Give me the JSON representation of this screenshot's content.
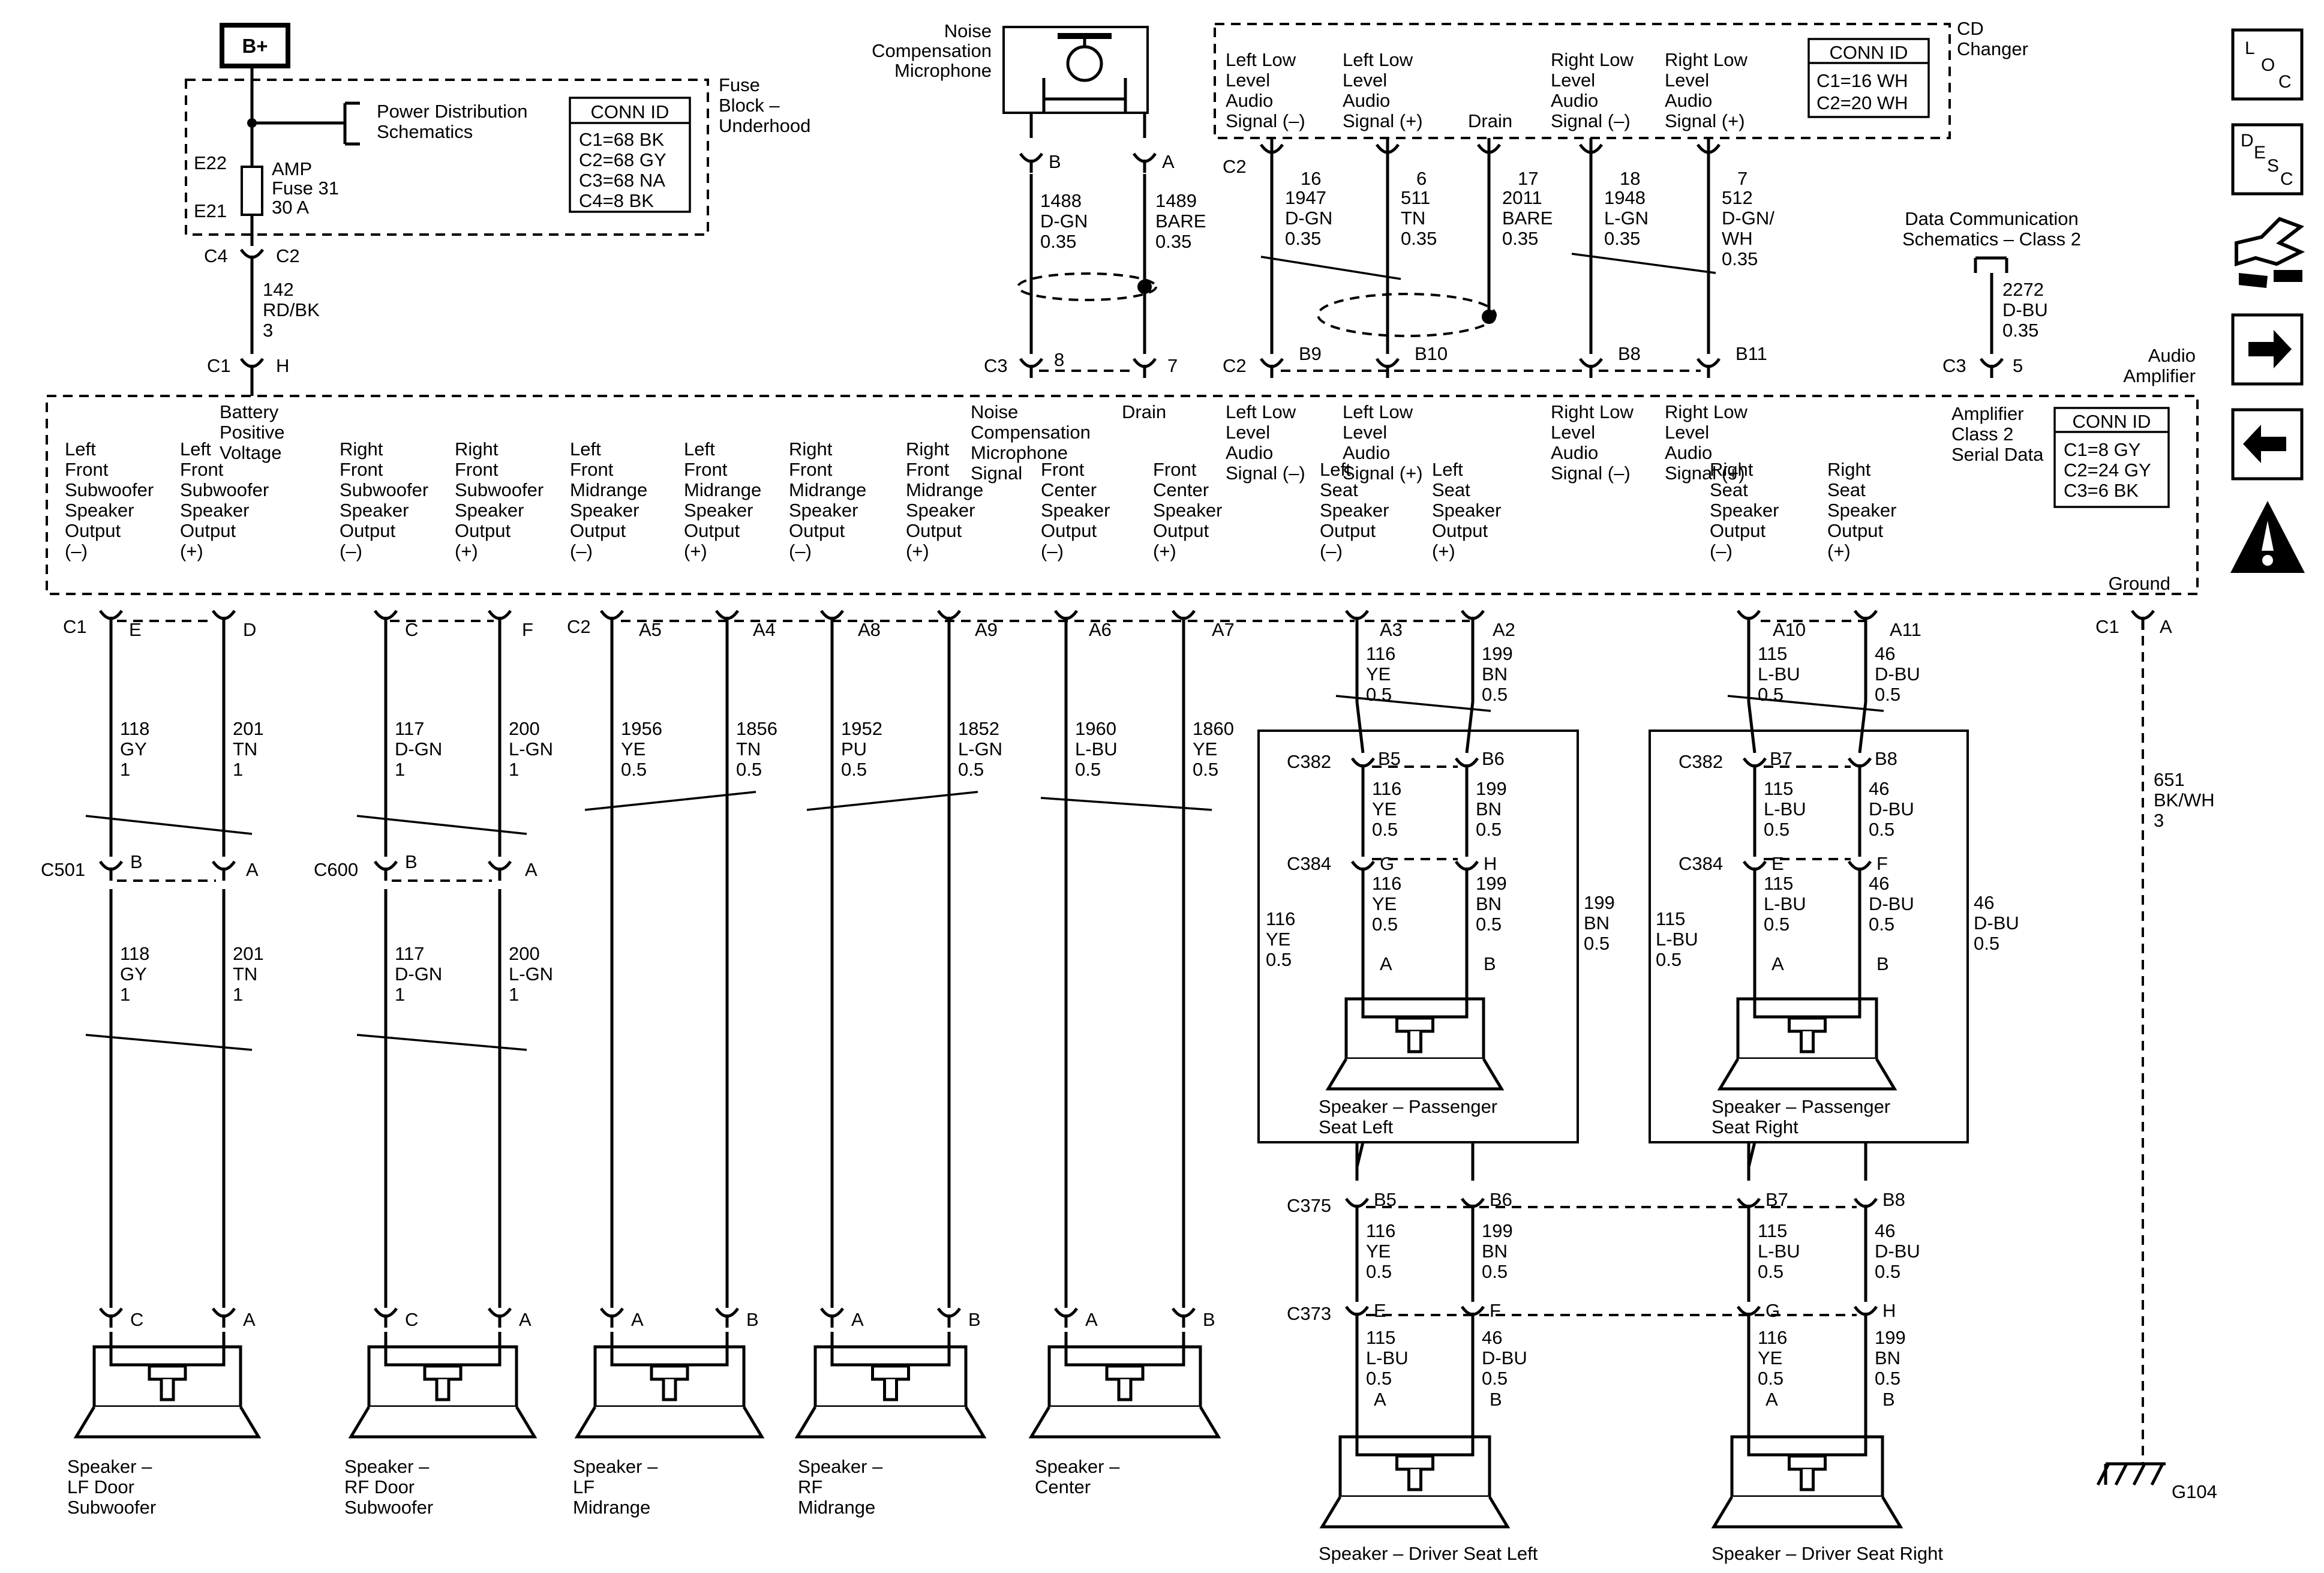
{
  "power": {
    "bplus": "B+",
    "fuse_block": [
      "Fuse",
      "Block –",
      "Underhood"
    ],
    "pds": [
      "Power Distribution",
      "Schematics"
    ],
    "e22": "E22",
    "e21": "E21",
    "fuse": [
      "AMP",
      "Fuse 31",
      "30 A"
    ],
    "c4": "C4",
    "c2": "C2",
    "wire": [
      "142",
      "RD/BK",
      "3"
    ],
    "c1": "C1",
    "h": "H"
  },
  "fuse_conn": {
    "title": "CONN ID",
    "rows": [
      "C1=68 BK",
      "C2=68 GY",
      "C3=68 NA",
      "C4=8 BK"
    ]
  },
  "mic": {
    "title": [
      "Noise",
      "Compensation",
      "Microphone"
    ],
    "pin_b": "B",
    "pin_a": "A",
    "wire_b": [
      "1488",
      "D-GN",
      "0.35"
    ],
    "wire_a": [
      "1489",
      "BARE",
      "0.35"
    ],
    "c3": "C3",
    "p8": "8",
    "p7": "7"
  },
  "cd": {
    "title": [
      "CD",
      "Changer"
    ],
    "c2": "C2",
    "signals": [
      [
        "Left Low",
        "Level",
        "Audio",
        "Signal (–)"
      ],
      [
        "Left Low",
        "Level",
        "Audio",
        "Signal (+)"
      ],
      [
        "Drain"
      ],
      [
        "Right Low",
        "Level",
        "Audio",
        "Signal (–)"
      ],
      [
        "Right Low",
        "Level",
        "Audio",
        "Signal (+)"
      ]
    ],
    "pins": [
      "16",
      "6",
      "17",
      "18",
      "7"
    ],
    "wires": [
      [
        "1947",
        "D-GN",
        "0.35"
      ],
      [
        "511",
        "TN",
        "0.35"
      ],
      [
        "2011",
        "BARE",
        "0.35"
      ],
      [
        "1948",
        "L-GN",
        "0.35"
      ],
      [
        "512",
        "D-GN/",
        "WH",
        "0.35"
      ]
    ],
    "amp_c2": "C2",
    "amp_pins": [
      "B9",
      "B10",
      "B8",
      "B11"
    ]
  },
  "cd_conn": {
    "title": "CONN ID",
    "rows": [
      "C1=16 WH",
      "C2=20 WH"
    ]
  },
  "data_comm": {
    "title": [
      "Data Communication",
      "Schematics – Class 2"
    ],
    "wire": [
      "2272",
      "D-BU",
      "0.35"
    ],
    "c3": "C3",
    "pin": "5"
  },
  "amp": {
    "title": [
      "Audio",
      "Amplifier"
    ],
    "battery": [
      "Battery",
      "Positive",
      "Voltage"
    ],
    "noise": [
      "Noise",
      "Compensation",
      "Microphone",
      "Signal"
    ],
    "drain": "Drain",
    "cd_in": [
      [
        "Left Low",
        "Level",
        "Audio",
        "Signal (–)"
      ],
      [
        "Left Low",
        "Level",
        "Audio",
        "Signal (+)"
      ],
      [
        "Right Low",
        "Level",
        "Audio",
        "Signal (–)"
      ],
      [
        "Right Low",
        "Level",
        "Audio",
        "Signal (+)"
      ]
    ],
    "class2": [
      "Amplifier",
      "Class 2",
      "Serial Data"
    ],
    "outputs": [
      [
        "Left",
        "Front",
        "Subwoofer",
        "Speaker",
        "Output",
        "(–)"
      ],
      [
        "Left",
        "Front",
        "Subwoofer",
        "Speaker",
        "Output",
        "(+)"
      ],
      [
        "Right",
        "Front",
        "Subwoofer",
        "Speaker",
        "Output",
        "(–)"
      ],
      [
        "Right",
        "Front",
        "Subwoofer",
        "Speaker",
        "Output",
        "(+)"
      ],
      [
        "Left",
        "Front",
        "Midrange",
        "Speaker",
        "Output",
        "(–)"
      ],
      [
        "Left",
        "Front",
        "Midrange",
        "Speaker",
        "Output",
        "(+)"
      ],
      [
        "Right",
        "Front",
        "Midrange",
        "Speaker",
        "Output",
        "(–)"
      ],
      [
        "Right",
        "Front",
        "Midrange",
        "Speaker",
        "Output",
        "(+)"
      ],
      [
        "Front",
        "Center",
        "Speaker",
        "Output",
        "(–)"
      ],
      [
        "Front",
        "Center",
        "Speaker",
        "Output",
        "(+)"
      ],
      [
        "Left",
        "Seat",
        "Speaker",
        "Output",
        "(–)"
      ],
      [
        "Left",
        "Seat",
        "Speaker",
        "Output",
        "(+)"
      ],
      [
        "Right",
        "Seat",
        "Speaker",
        "Output",
        "(–)"
      ],
      [
        "Right",
        "Seat",
        "Speaker",
        "Output",
        "(+)"
      ]
    ],
    "ground": "Ground"
  },
  "amp_conn": {
    "title": "CONN ID",
    "rows": [
      "C1=8 GY",
      "C2=24 GY",
      "C3=6 BK"
    ]
  },
  "bottom": {
    "c1": "C1",
    "c2": "C2",
    "pins": [
      "E",
      "D",
      "C",
      "F",
      "A5",
      "A4",
      "A8",
      "A9",
      "A6",
      "A7",
      "A3",
      "A2",
      "A10",
      "A11"
    ],
    "gnd_c1": "C1",
    "gnd_pin": "A"
  },
  "wires1": [
    [
      "118",
      "GY",
      "1"
    ],
    [
      "201",
      "TN",
      "1"
    ],
    [
      "117",
      "D-GN",
      "1"
    ],
    [
      "200",
      "L-GN",
      "1"
    ],
    [
      "1956",
      "YE",
      "0.5"
    ],
    [
      "1856",
      "TN",
      "0.5"
    ],
    [
      "1952",
      "PU",
      "0.5"
    ],
    [
      "1852",
      "L-GN",
      "0.5"
    ],
    [
      "1960",
      "L-BU",
      "0.5"
    ],
    [
      "1860",
      "YE",
      "0.5"
    ],
    [
      "116",
      "YE",
      "0.5"
    ],
    [
      "199",
      "BN",
      "0.5"
    ],
    [
      "115",
      "L-BU",
      "0.5"
    ],
    [
      "46",
      "D-BU",
      "0.5"
    ]
  ],
  "c501": {
    "name": "C501",
    "pins": [
      "B",
      "A"
    ]
  },
  "c600": {
    "name": "C600",
    "pins": [
      "B",
      "A"
    ]
  },
  "wires2": [
    [
      "118",
      "GY",
      "1"
    ],
    [
      "201",
      "TN",
      "1"
    ],
    [
      "117",
      "D-GN",
      "1"
    ],
    [
      "200",
      "L-GN",
      "1"
    ]
  ],
  "speakers": [
    {
      "pins": [
        "C",
        "A"
      ],
      "label": [
        "Speaker –",
        "LF Door",
        "Subwoofer"
      ]
    },
    {
      "pins": [
        "C",
        "A"
      ],
      "label": [
        "Speaker –",
        "RF Door",
        "Subwoofer"
      ]
    },
    {
      "pins": [
        "A",
        "B"
      ],
      "label": [
        "Speaker –",
        "LF",
        "Midrange"
      ]
    },
    {
      "pins": [
        "A",
        "B"
      ],
      "label": [
        "Speaker –",
        "RF",
        "Midrange"
      ]
    },
    {
      "pins": [
        "A",
        "B"
      ],
      "label": [
        "Speaker –",
        "Center"
      ]
    }
  ],
  "seat_left": {
    "c382": "C382",
    "c382_pins": [
      "B5",
      "B6"
    ],
    "w_c382": [
      [
        "116",
        "YE",
        "0.5"
      ],
      [
        "199",
        "BN",
        "0.5"
      ]
    ],
    "c384": "C384",
    "c384_pins": [
      "G",
      "H"
    ],
    "w_c384": [
      [
        "116",
        "YE",
        "0.5"
      ],
      [
        "199",
        "BN",
        "0.5"
      ]
    ],
    "outer": [
      [
        "116",
        "YE",
        "0.5"
      ],
      [
        "199",
        "BN",
        "0.5"
      ]
    ],
    "spk_pins": [
      "A",
      "B"
    ],
    "label": [
      "Speaker – Passenger",
      "Seat Left"
    ]
  },
  "seat_right": {
    "c382": "C382",
    "c382_pins": [
      "B7",
      "B8"
    ],
    "w_c382": [
      [
        "115",
        "L-BU",
        "0.5"
      ],
      [
        "46",
        "D-BU",
        "0.5"
      ]
    ],
    "c384": "C384",
    "c384_pins": [
      "E",
      "F"
    ],
    "w_c384": [
      [
        "115",
        "L-BU",
        "0.5"
      ],
      [
        "46",
        "D-BU",
        "0.5"
      ]
    ],
    "outer": [
      [
        "115",
        "L-BU",
        "0.5"
      ],
      [
        "46",
        "D-BU",
        "0.5"
      ]
    ],
    "spk_pins": [
      "A",
      "B"
    ],
    "label": [
      "Speaker – Passenger",
      "Seat Right"
    ]
  },
  "c375": {
    "name": "C375",
    "pins": [
      "B5",
      "B6",
      "B7",
      "B8"
    ],
    "wires": [
      [
        "116",
        "YE",
        "0.5"
      ],
      [
        "199",
        "BN",
        "0.5"
      ],
      [
        "115",
        "L-BU",
        "0.5"
      ],
      [
        "46",
        "D-BU",
        "0.5"
      ]
    ]
  },
  "c373": {
    "name": "C373",
    "pins": [
      "E",
      "F",
      "G",
      "H"
    ],
    "wires": [
      [
        "115",
        "L-BU",
        "0.5"
      ],
      [
        "46",
        "D-BU",
        "0.5"
      ],
      [
        "116",
        "YE",
        "0.5"
      ],
      [
        "199",
        "BN",
        "0.5"
      ]
    ],
    "spk_pins": [
      "A",
      "B",
      "A",
      "B"
    ]
  },
  "driver": {
    "left": "Speaker – Driver Seat Left",
    "right": "Speaker – Driver Seat Right"
  },
  "ground": {
    "wire": [
      "651",
      "BK/WH",
      "3"
    ],
    "g": "G104"
  },
  "icons": {
    "loc": [
      "L",
      "O",
      "C"
    ],
    "desc": [
      "D",
      "E",
      "S",
      "C"
    ]
  }
}
